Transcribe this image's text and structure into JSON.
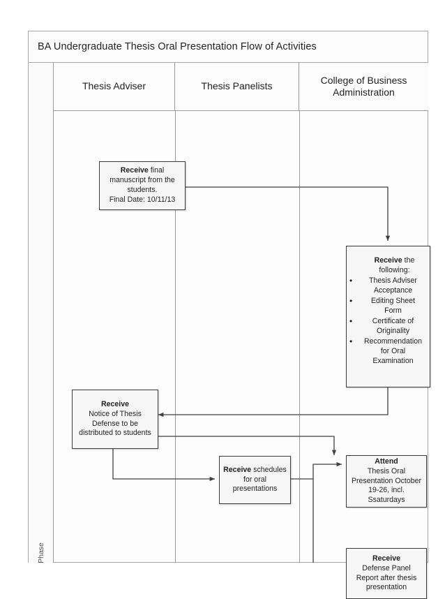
{
  "diagram": {
    "title": "BA Undergraduate Thesis Oral Presentation Flow of Activities",
    "phase_label": "Phase",
    "lanes": [
      {
        "id": "thesis-adviser",
        "label": "Thesis Adviser"
      },
      {
        "id": "thesis-panelists",
        "label": "Thesis Panelists"
      },
      {
        "id": "college-of-business-administration",
        "label": "College of Business Administration"
      }
    ],
    "nodes": {
      "receive_manuscript": {
        "lane": "thesis-adviser",
        "bold": "Receive",
        "text": " final manuscript from the students.",
        "line2": "Final Date: 10/11/13"
      },
      "receive_following": {
        "lane": "college-of-business-administration",
        "bold": "Receive",
        "text": " the following:",
        "bullets": [
          "Thesis Adviser Acceptance",
          "Editing Sheet Form",
          "Certificate of Originality",
          "Recommendation for Oral Examination"
        ]
      },
      "receive_notice": {
        "lane": "thesis-adviser",
        "bold": "Receive",
        "text": "Notice of Thesis Defense to be distributed to students"
      },
      "receive_schedules": {
        "lane": "thesis-panelists",
        "bold": "Receive",
        "text": " schedules for oral presentations"
      },
      "attend_presentation": {
        "lane": "college-of-business-administration",
        "bold": "Attend",
        "text": "Thesis Oral Presentation October 19-26, incl. Ssaturdays"
      },
      "receive_defense_report": {
        "lane": "college-of-business-administration",
        "bold": "Receive",
        "text": "Defense Panel Report after thesis presentation"
      }
    },
    "colors": {
      "node_fill": "#f6f6f6",
      "node_border": "#3b3b3b",
      "lane_border": "#9a9a9a",
      "connector": "#404040",
      "text": "#231f20"
    }
  }
}
